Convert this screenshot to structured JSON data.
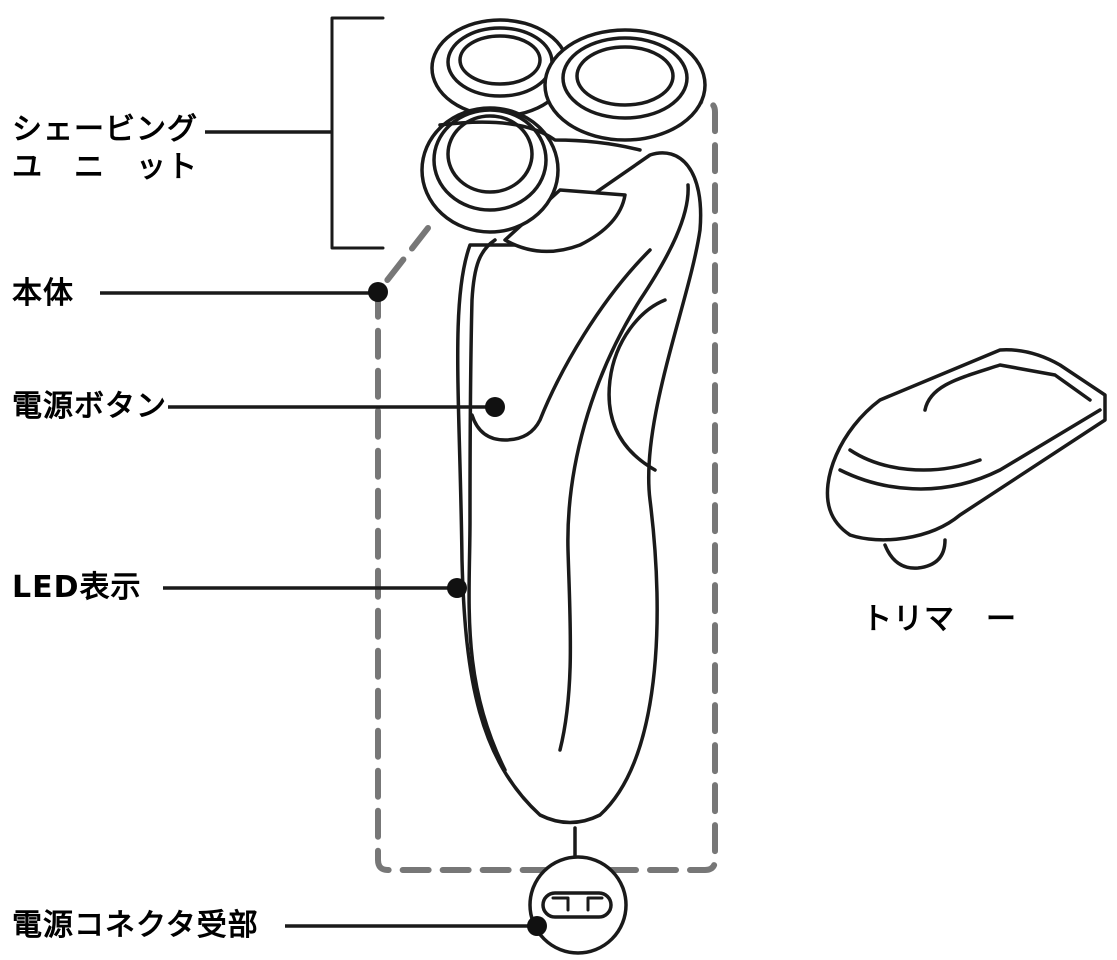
{
  "labels": {
    "shaving_unit_line1": "シェービング",
    "shaving_unit_line2": "ユ　ニ　ット",
    "body": "本体",
    "power_button": "電源ボタン",
    "led_display": "LED表示",
    "power_connector": "電源コネクタ受部",
    "trimmer": "トリマ　ー"
  },
  "colors": {
    "line": "#1a1a1a",
    "dashed_outline": "#777777",
    "fill": "#ffffff"
  }
}
